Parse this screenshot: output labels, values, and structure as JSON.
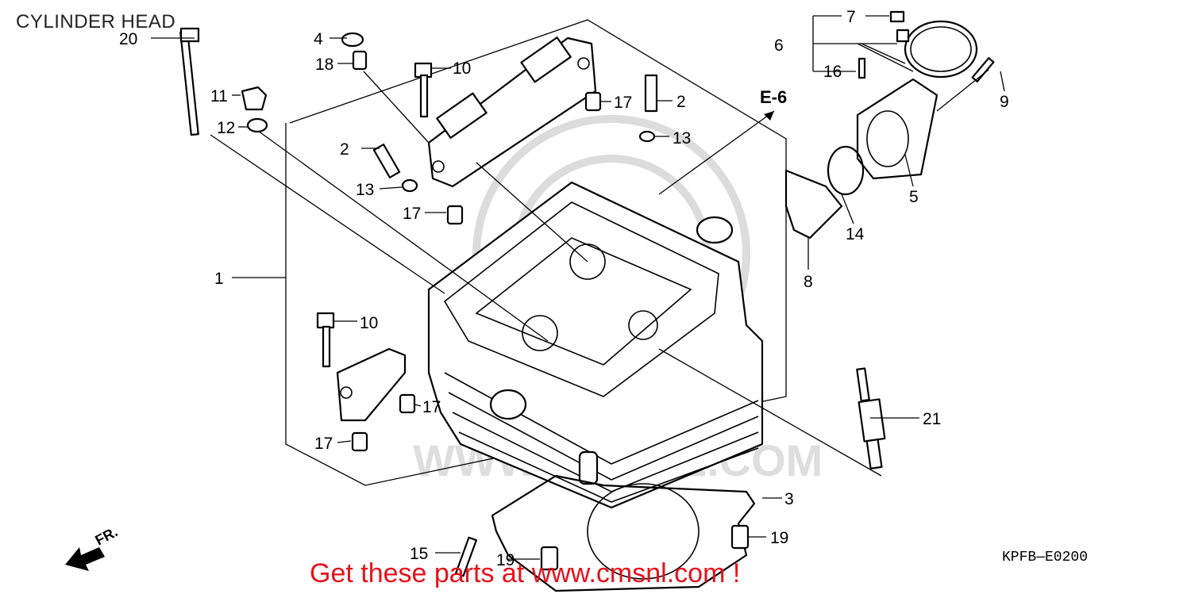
{
  "title": "CYLINDER HEAD",
  "diagram_code": "KPFB—E0200",
  "promo_text": "Get these parts at www.cmsnl.com !",
  "reference": "E-6",
  "front_label": "FR.",
  "watermark_text": "WWW.CMSNL.COM",
  "colors": {
    "promo": "#e8101a",
    "line": "#000000",
    "watermark": "#dcdcdc"
  },
  "callouts": {
    "c1": "1",
    "c2a": "2",
    "c2b": "2",
    "c3": "3",
    "c4": "4",
    "c5": "5",
    "c6": "6",
    "c7": "7",
    "c8": "8",
    "c9": "9",
    "c10a": "10",
    "c10b": "10",
    "c11": "11",
    "c12": "12",
    "c13a": "13",
    "c13b": "13",
    "c14": "14",
    "c15": "15",
    "c16": "16",
    "c17a": "17",
    "c17b": "17",
    "c17c": "17",
    "c17d": "17",
    "c18": "18",
    "c19a": "19",
    "c19b": "19",
    "c20": "20",
    "c21": "21"
  }
}
